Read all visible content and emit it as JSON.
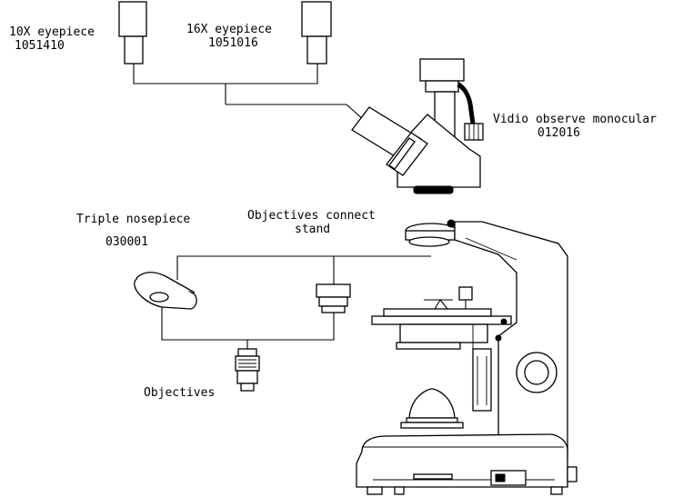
{
  "labels": {
    "eyepiece_10x": {
      "name": "10X eyepiece",
      "code": "1051410"
    },
    "eyepiece_16x": {
      "name": "16X eyepiece",
      "code": "1051016"
    },
    "monocular": {
      "name": "Vidio observe monocular",
      "code": "012016"
    },
    "objectives_stand": {
      "line1": "Objectives connect",
      "line2": "stand"
    },
    "nosepiece": {
      "name": "Triple nosepiece",
      "code": "030001"
    },
    "objectives": {
      "name": "Objectives"
    }
  },
  "colors": {
    "line": "#000000",
    "background": "#ffffff"
  }
}
